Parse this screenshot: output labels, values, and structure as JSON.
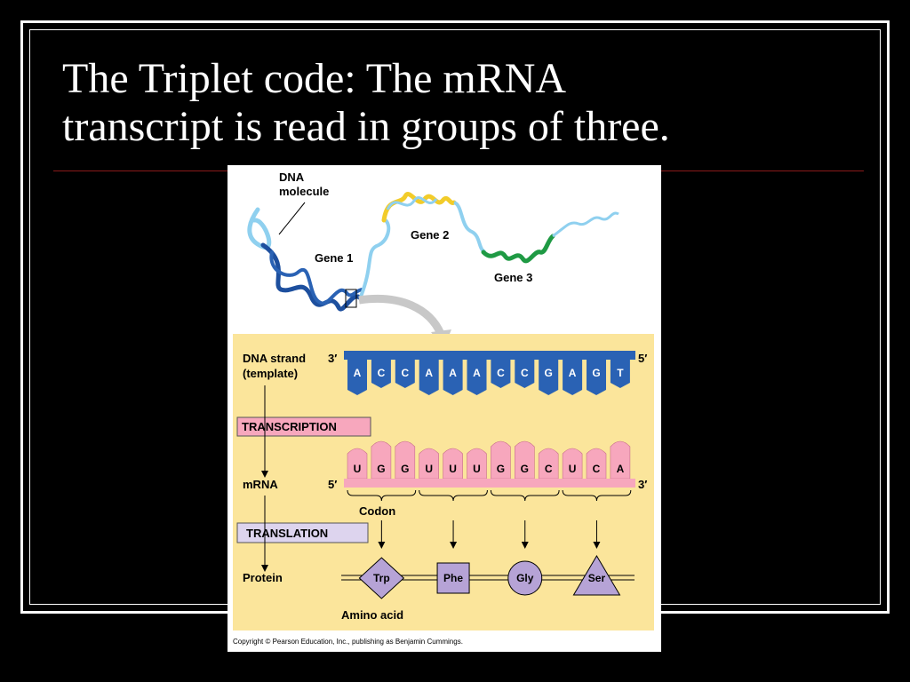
{
  "slide": {
    "title_line1": "The Triplet code: The mRNA",
    "title_line2": "transcript is read in groups of three."
  },
  "figure": {
    "dna_molecule_label_1": "DNA",
    "dna_molecule_label_2": "molecule",
    "gene1": "Gene 1",
    "gene2": "Gene 2",
    "gene3": "Gene 3",
    "dna_strand_label_1": "DNA strand",
    "dna_strand_label_2": "(template)",
    "dna_3prime": "3′",
    "dna_5prime": "5′",
    "dna_bases": [
      "A",
      "C",
      "C",
      "A",
      "A",
      "A",
      "C",
      "C",
      "G",
      "A",
      "G",
      "T"
    ],
    "transcription": "TRANSCRIPTION",
    "mrna_label": "mRNA",
    "mrna_5prime": "5′",
    "mrna_3prime": "3′",
    "mrna_bases": [
      "U",
      "G",
      "G",
      "U",
      "U",
      "U",
      "G",
      "G",
      "C",
      "U",
      "C",
      "A"
    ],
    "codon": "Codon",
    "translation": "TRANSLATION",
    "protein": "Protein",
    "amino_acids": [
      "Trp",
      "Phe",
      "Gly",
      "Ser"
    ],
    "amino_acid_label": "Amino acid",
    "copyright": "Copyright © Pearson Education, Inc., publishing as Benjamin Cummings."
  },
  "colors": {
    "background": "#000000",
    "panel": "#fbe59b",
    "dna_blue": "#2a62b4",
    "mrna_pink": "#f7a7bd",
    "gene2_yellow": "#f2cc2a",
    "gene3_green": "#1f9a44",
    "strand_light_blue": "#8fd0ef",
    "amino_purple": "#b6a3d6"
  }
}
